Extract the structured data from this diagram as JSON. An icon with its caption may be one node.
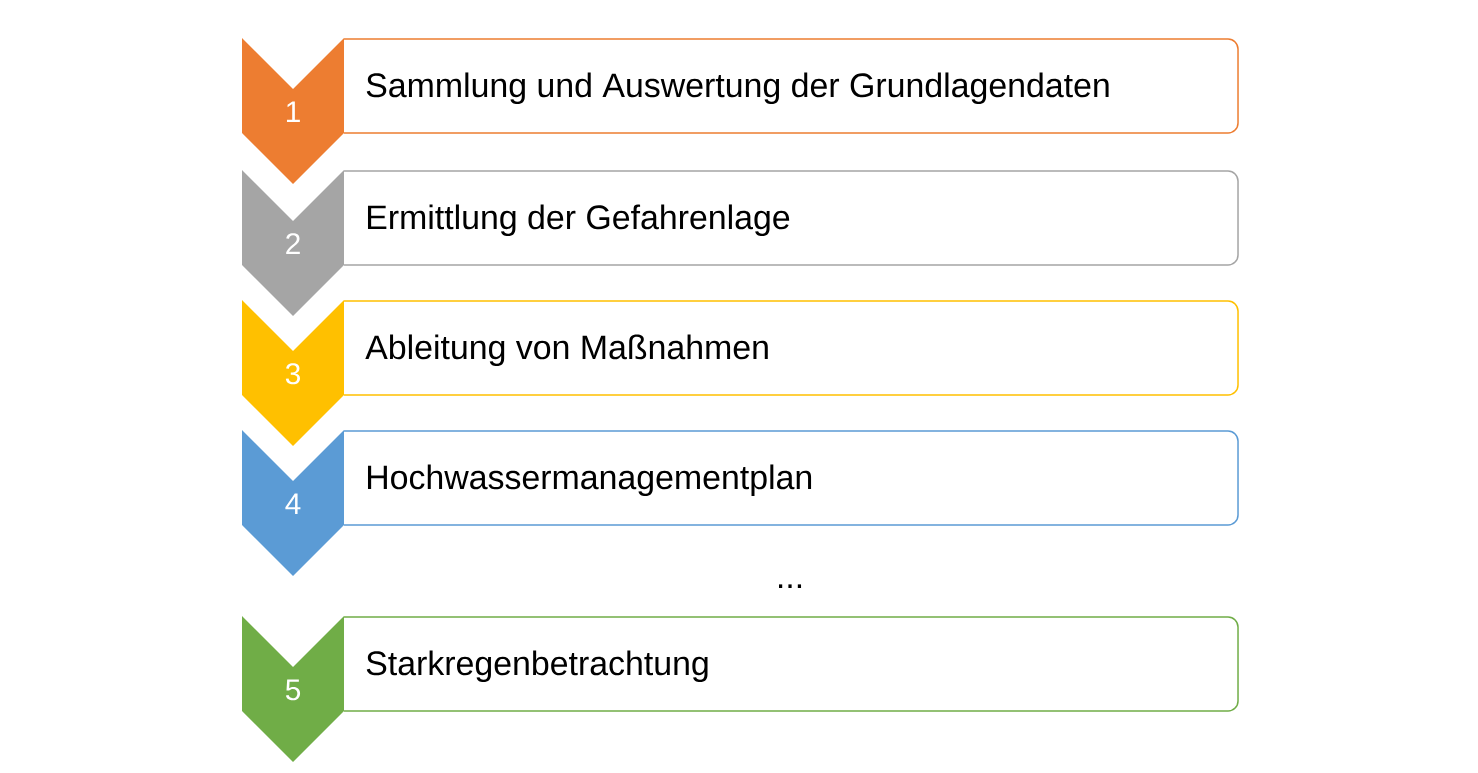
{
  "diagram": {
    "nodes": [
      {
        "text": [
          "1"
        ]
      },
      {
        "text": [
          "Sammlung und Auswertung der Grundlagendaten"
        ]
      },
      {
        "text": [
          "2"
        ]
      },
      {
        "text": [
          "Ermittlung der Gefahrenlage"
        ]
      },
      {
        "text": [
          "3"
        ]
      },
      {
        "text": [
          "Ableitung von Maßnahmen"
        ]
      },
      {
        "text": [
          "4"
        ]
      },
      {
        "text": [
          "Hochwassermanagementplan"
        ]
      },
      {
        "text": [
          "5"
        ]
      },
      {
        "text": [
          "Starkregenbetrachtung"
        ]
      }
    ],
    "labels": [
      "..."
    ]
  }
}
